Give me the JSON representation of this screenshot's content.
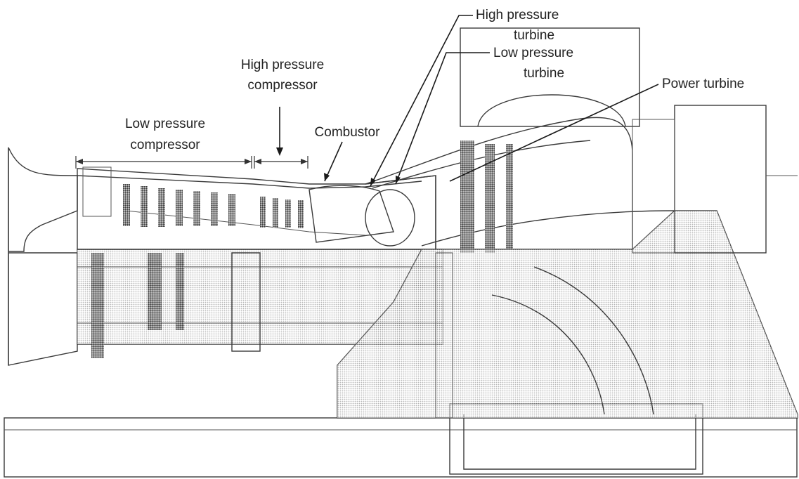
{
  "labels": {
    "lp_compressor": [
      "Low pressure",
      "compressor"
    ],
    "hp_compressor": [
      "High pressure",
      "compressor"
    ],
    "combustor": "Combustor",
    "hp_turbine": [
      "High pressure",
      "turbine"
    ],
    "lp_turbine": [
      "Low pressure",
      "turbine"
    ],
    "power_turbine": "Power turbine"
  }
}
